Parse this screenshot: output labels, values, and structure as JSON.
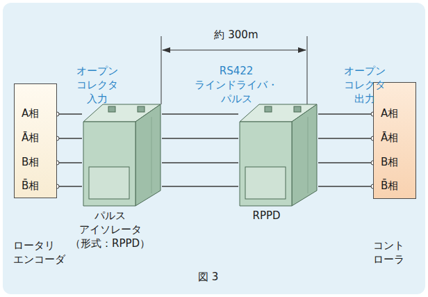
{
  "diagram": {
    "caption": "図 3",
    "nodes": [
      {
        "text": [
          "A相",
          "Ā相",
          "B相",
          "B̄相",
          "ロータリ エンコーダ"
        ]
      },
      {
        "text": [
          "パルス アイソレータ （形式：RPPD）"
        ]
      },
      {
        "text": [
          "RPPD"
        ]
      },
      {
        "text": [
          "A相",
          "Ā相",
          "B相",
          "B̄相",
          "コント ローラ"
        ]
      }
    ],
    "edges": [
      {
        "from": 0,
        "to": 1,
        "arrow": "none"
      },
      {
        "from": 1,
        "to": 2,
        "arrow": "none"
      },
      {
        "from": 2,
        "to": 3,
        "arrow": "none"
      }
    ],
    "labels": [
      "オープン コレクタ 入力",
      "RS422 ラインドライバ・ パルス",
      "オープン コレクタ 出力",
      "約 300m"
    ]
  }
}
